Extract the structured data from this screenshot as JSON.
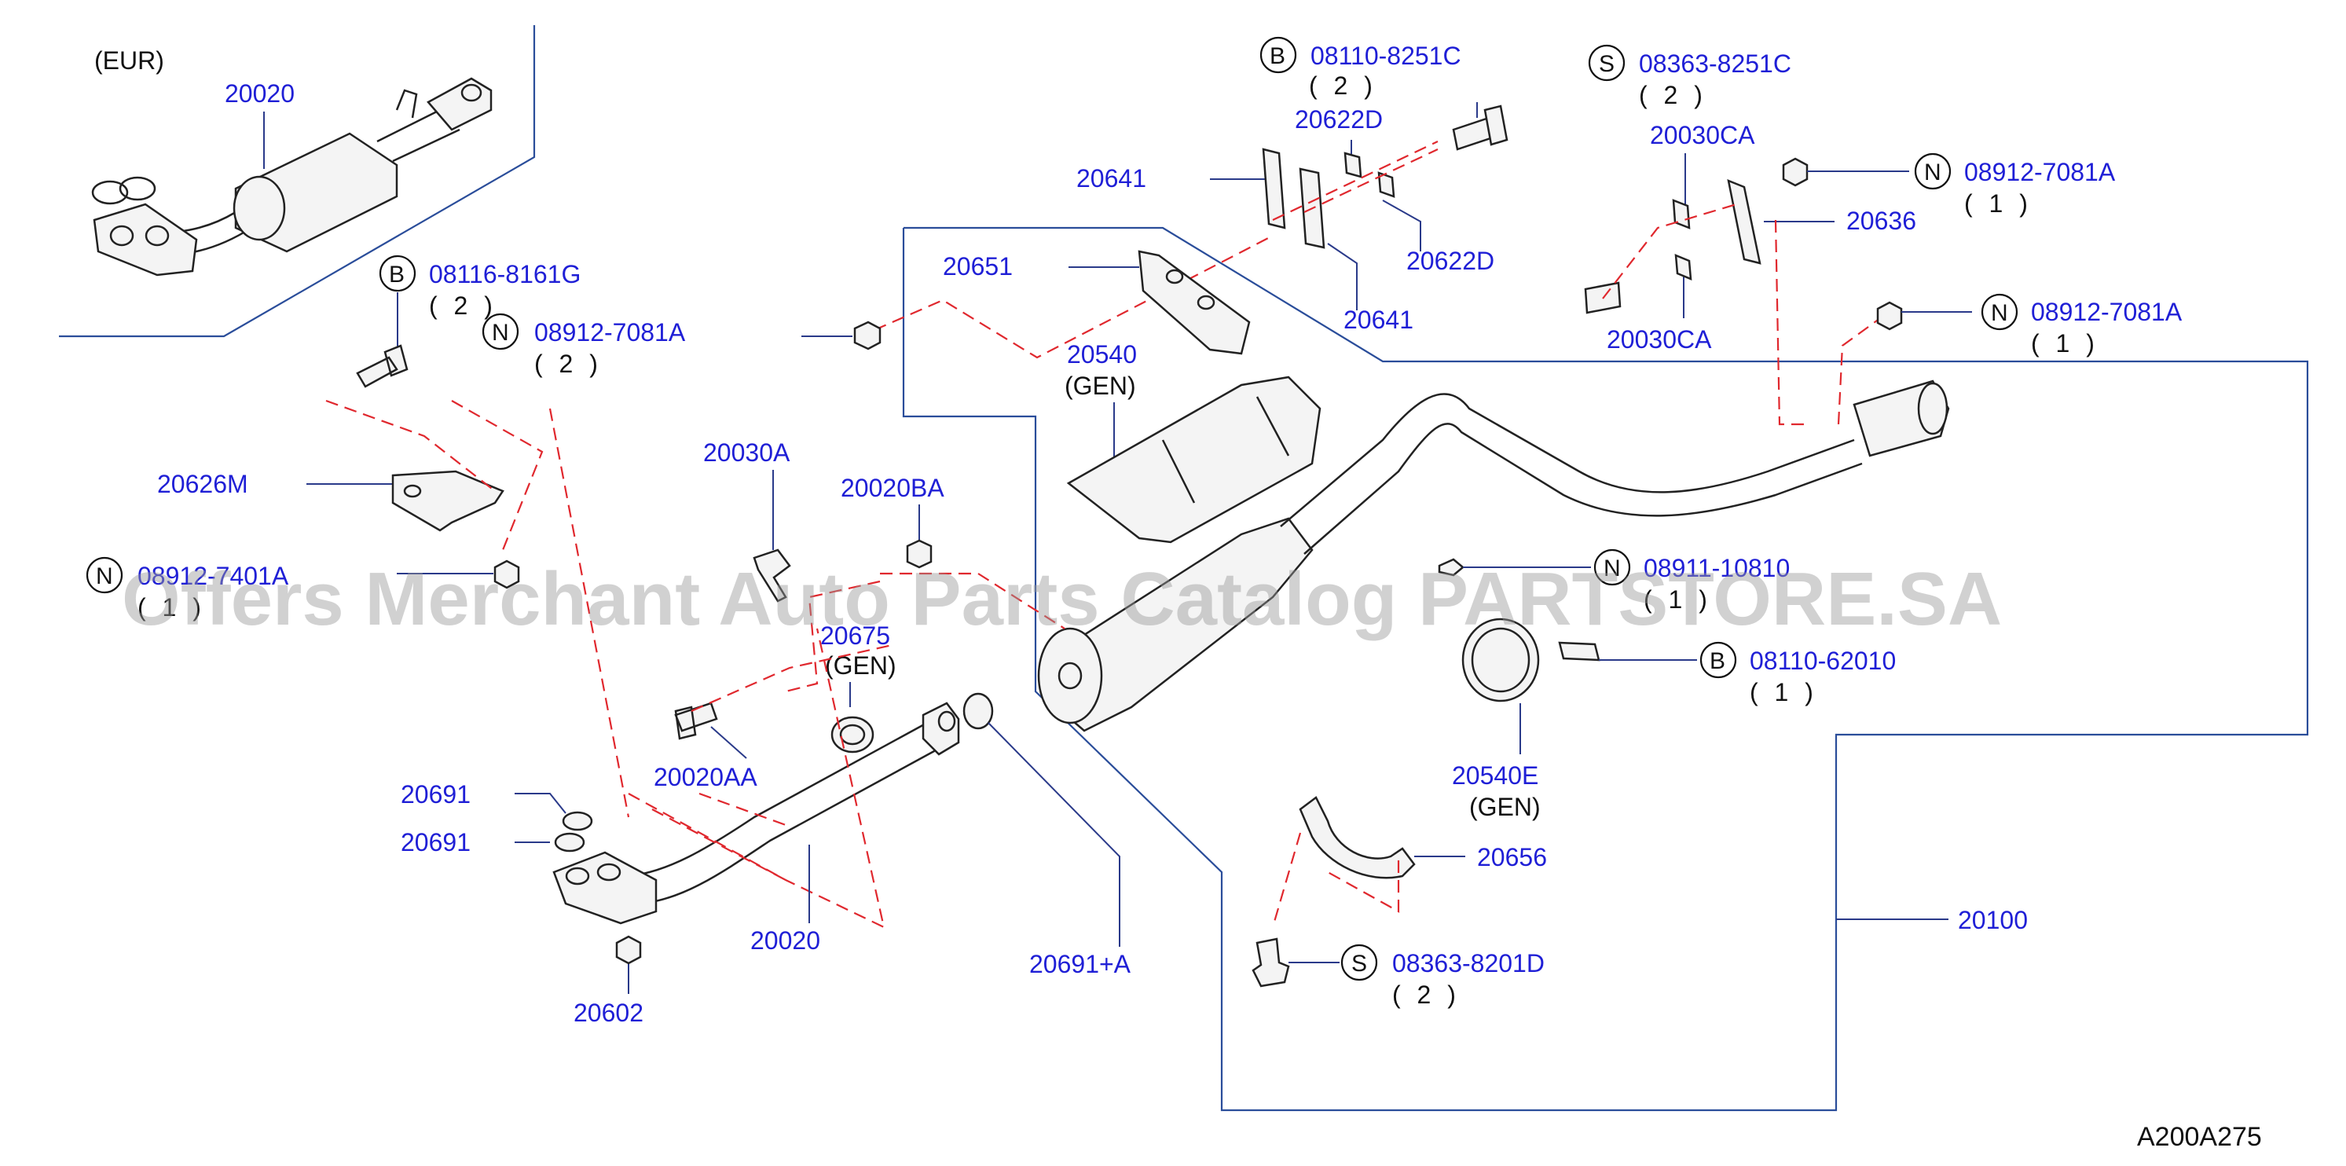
{
  "region_label": "(EUR)",
  "reference_code": "A200A275",
  "watermark": "Offers Merchant Auto Parts Catalog PARTSTORE.SA",
  "colors": {
    "label": "#1f1fd6",
    "dashed": "#e0282e",
    "leader": "#2a3a8a",
    "part": "#222222"
  },
  "part_labels": {
    "p20020_eur": "20020",
    "p20641_a": "20641",
    "p20622d_a": "20622D",
    "p20622d_b": "20622D",
    "p20641_b": "20641",
    "p20651": "20651",
    "p20540": "20540",
    "p20030ca_a": "20030CA",
    "p20636": "20636",
    "p20030ca_b": "20030CA",
    "p20626m": "20626M",
    "p20030a": "20030A",
    "p20020ba": "20020BA",
    "p20675": "20675",
    "p20020aa": "20020AA",
    "p20691_a": "20691",
    "p20691_b": "20691",
    "p20020": "20020",
    "p20602": "20602",
    "p20691a": "20691+A",
    "p20540e": "20540E",
    "p20656": "20656",
    "p20100": "20100"
  },
  "gen_labels": {
    "g20540": "(GEN)",
    "g20675": "(GEN)",
    "g20540e": "(GEN)"
  },
  "fasteners": {
    "f1": {
      "type": "B",
      "number": "08110-8251C",
      "qty": "( 2 )"
    },
    "f2": {
      "type": "S",
      "number": "08363-8251C",
      "qty": "( 2 )"
    },
    "f3": {
      "type": "N",
      "number": "08912-7081A",
      "qty": "( 1 )"
    },
    "f4": {
      "type": "N",
      "number": "08912-7081A",
      "qty": "( 1 )"
    },
    "f5": {
      "type": "B",
      "number": "08116-8161G",
      "qty": "( 2 )"
    },
    "f6": {
      "type": "N",
      "number": "08912-7081A",
      "qty": "( 2 )"
    },
    "f7": {
      "type": "N",
      "number": "08912-7401A",
      "qty": "( 1 )"
    },
    "f8": {
      "type": "N",
      "number": "08911-10810",
      "qty": "( 1 )"
    },
    "f9": {
      "type": "B",
      "number": "08110-62010",
      "qty": "( 1 )"
    },
    "f10": {
      "type": "S",
      "number": "08363-8201D",
      "qty": "( 2 )"
    }
  }
}
